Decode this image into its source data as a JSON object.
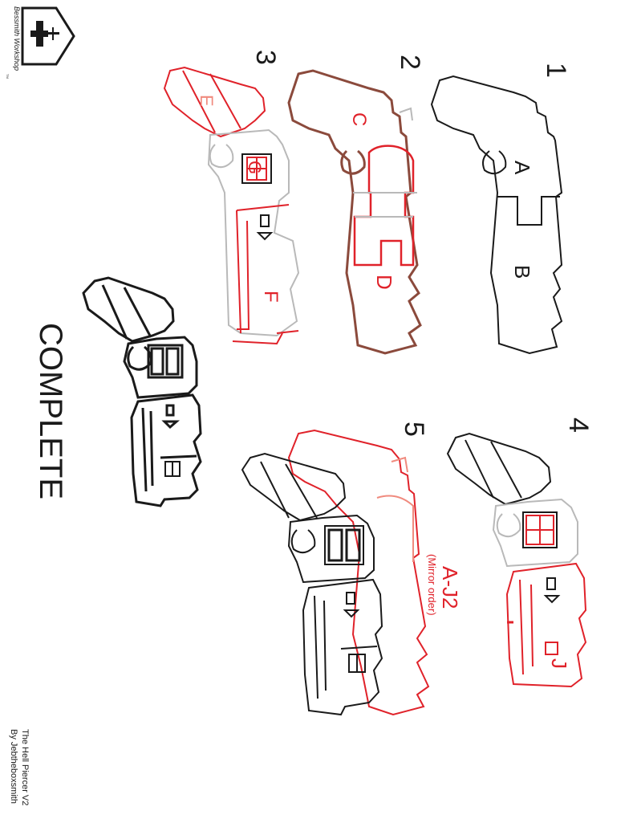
{
  "logo": {
    "name": "Bessmith Workshop",
    "tm": "TM"
  },
  "steps": [
    {
      "number": "1",
      "labels": [
        "A",
        "B"
      ]
    },
    {
      "number": "2",
      "labels": [
        "C",
        "D"
      ]
    },
    {
      "number": "3",
      "labels": [
        "E",
        "G",
        "F"
      ]
    },
    {
      "number": "4",
      "labels": [
        "J"
      ]
    },
    {
      "number": "5",
      "labels": [
        "A-J2",
        "(Mirror order)"
      ]
    }
  ],
  "complete_label": "COMPLETE",
  "footer": {
    "title": "The Hell Piercer V2",
    "author": "By Jebtheboxsmith"
  },
  "colors": {
    "outline": "#1a1a1a",
    "part_red": "#e0222a",
    "part_brown": "#8b4a3c",
    "part_grey": "#b9b9b9",
    "part_salmon": "#f08a7e"
  }
}
